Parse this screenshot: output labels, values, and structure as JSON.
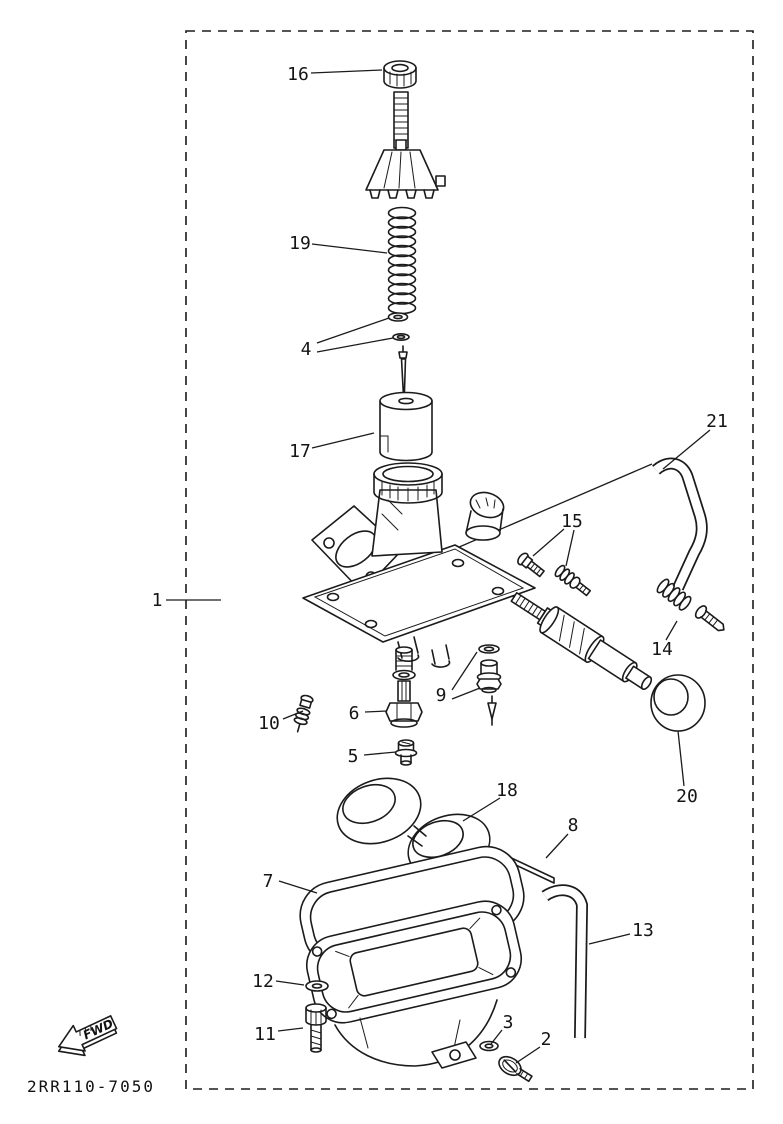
{
  "colors": {
    "background": "#ffffff",
    "ink": "#1b1b1b"
  },
  "footer": {
    "part_code": "2RR110-7050"
  },
  "fwd_arrow": {
    "label": "FWD"
  },
  "callouts": [
    {
      "label": "1"
    },
    {
      "label": "2"
    },
    {
      "label": "3"
    },
    {
      "label": "4"
    },
    {
      "label": "5"
    },
    {
      "label": "6"
    },
    {
      "label": "7"
    },
    {
      "label": "8"
    },
    {
      "label": "9"
    },
    {
      "label": "10"
    },
    {
      "label": "11"
    },
    {
      "label": "12"
    },
    {
      "label": "13"
    },
    {
      "label": "14"
    },
    {
      "label": "15"
    },
    {
      "label": "16"
    },
    {
      "label": "17"
    },
    {
      "label": "18"
    },
    {
      "label": "19"
    },
    {
      "label": "20"
    },
    {
      "label": "21"
    }
  ]
}
